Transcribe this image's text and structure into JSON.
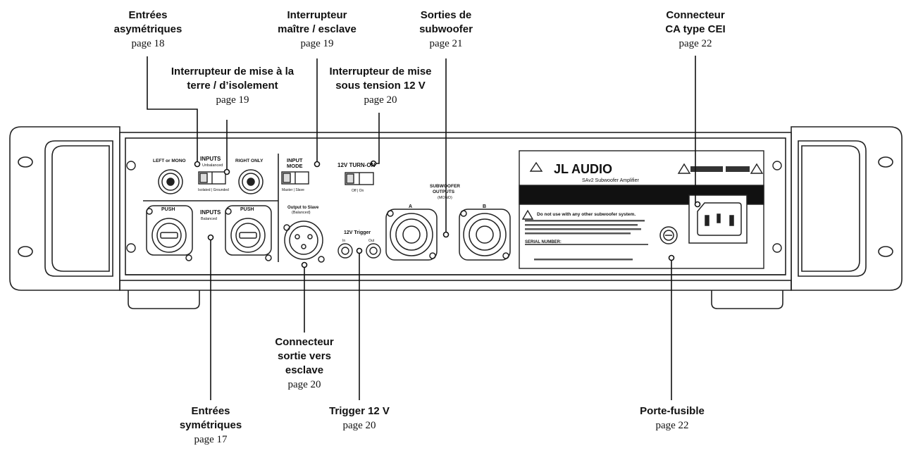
{
  "callouts": [
    {
      "id": "unbalanced-inputs",
      "lines": [
        "Entrées",
        "asymétriques"
      ],
      "page": "page 18"
    },
    {
      "id": "ground-lift-switch",
      "lines": [
        "Interrupteur de mise à la",
        "terre / d’isolement"
      ],
      "page": "page 19"
    },
    {
      "id": "master-slave-switch",
      "lines": [
        "Interrupteur",
        "maître / esclave"
      ],
      "page": "page 19"
    },
    {
      "id": "turn-on-12v-switch",
      "lines": [
        "Interrupteur de mise",
        "sous tension 12 V"
      ],
      "page": "page 20"
    },
    {
      "id": "subwoofer-outputs",
      "lines": [
        "Sorties de",
        "subwoofer"
      ],
      "page": "page 21"
    },
    {
      "id": "iec-ac-connector",
      "lines": [
        "Connecteur",
        "CA type CEI"
      ],
      "page": "page 22"
    },
    {
      "id": "slave-output-connector",
      "lines": [
        "Connecteur",
        "sortie vers",
        "esclave"
      ],
      "page": "page 20"
    },
    {
      "id": "balanced-inputs",
      "lines": [
        "Entrées",
        "symétriques"
      ],
      "page": "page 17"
    },
    {
      "id": "trigger-12v",
      "lines": [
        "Trigger 12 V"
      ],
      "page": "page 20"
    },
    {
      "id": "fuse-holder",
      "lines": [
        "Porte-fusible"
      ],
      "page": "page 22"
    }
  ],
  "panel": {
    "left_or_mono": "LEFT or MONO",
    "inputs": "INPUTS",
    "unbalanced": "Unbalanced",
    "balanced_ground": "Isolated | Grounded",
    "right_only": "RIGHT ONLY",
    "input_mode": "INPUT",
    "input_mode_2": "MODE",
    "master_slave": "Master | Slave",
    "turn_on": "12V TURN-ON",
    "off_on": "Off | On",
    "push_left": "PUSH",
    "push_right": "PUSH",
    "inputs_bal": "INPUTS",
    "balanced": "Balanced",
    "output_slave_1": "Output to Slave",
    "output_slave_2": "(Balanced)",
    "trigger": "12V Trigger",
    "trig_in": "In",
    "trig_out": "Out",
    "sub_outputs_1": "SUBWOOFER",
    "sub_outputs_2": "OUTPUTS",
    "sub_outputs_3": "(MONO)",
    "out_a": "A",
    "out_b": "B",
    "brand": "JL AUDIO",
    "model": "SAv2 Subwoofer Amplifier",
    "warning": "Do not use with any other subwoofer system.",
    "serial": "SERIAL NUMBER:"
  }
}
